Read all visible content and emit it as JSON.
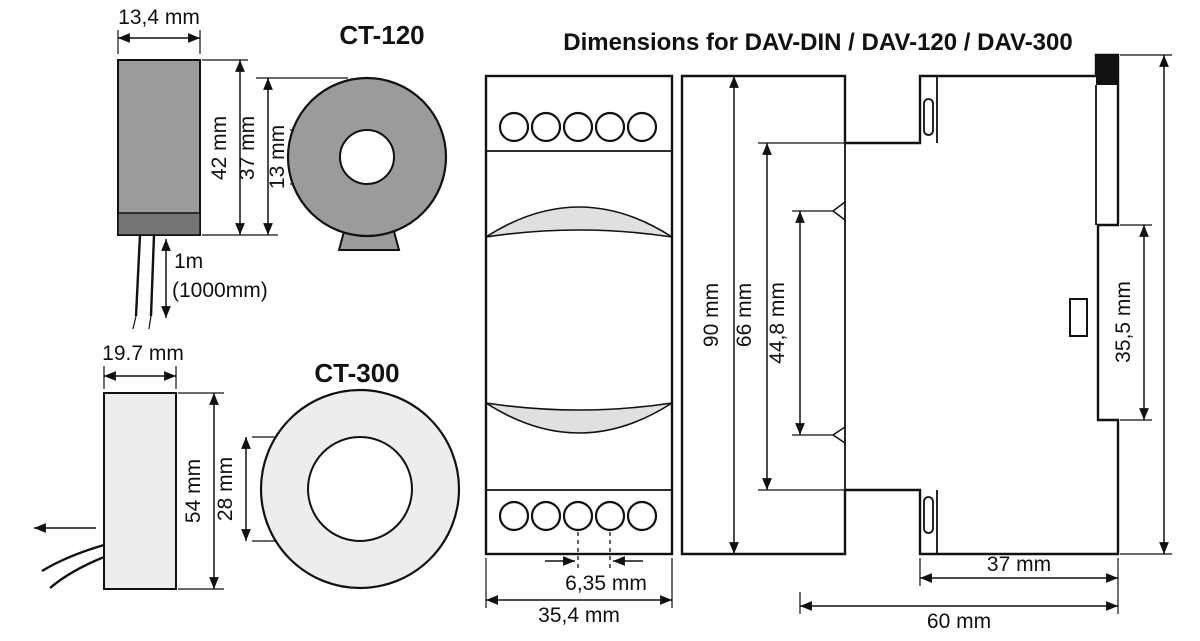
{
  "header": {
    "title": "Dimensions for DAV-DIN / DAV-120 / DAV-300"
  },
  "ct120": {
    "label": "CT-120",
    "dims": {
      "width": "13,4 mm",
      "height": "42 mm",
      "outer": "37 mm",
      "hole": "13 mm",
      "cable1": "1m",
      "cable2": "(1000mm)"
    }
  },
  "ct300": {
    "label": "CT-300",
    "dims": {
      "width": "19.7 mm",
      "height": "54 mm",
      "hole": "28 mm"
    }
  },
  "din": {
    "front": {
      "pitch": "6,35 mm",
      "width": "35,4 mm"
    },
    "side": {
      "height": "90 mm",
      "body": "66 mm",
      "mid": "44,8 mm",
      "rail": "35,5 mm",
      "rear_depth": "37 mm",
      "depth": "60 mm"
    }
  },
  "colors": {
    "ct120_fill": "#9b9b9b",
    "ct120_band": "#757575",
    "ct300_fill": "#ededed",
    "line": "#111111"
  }
}
